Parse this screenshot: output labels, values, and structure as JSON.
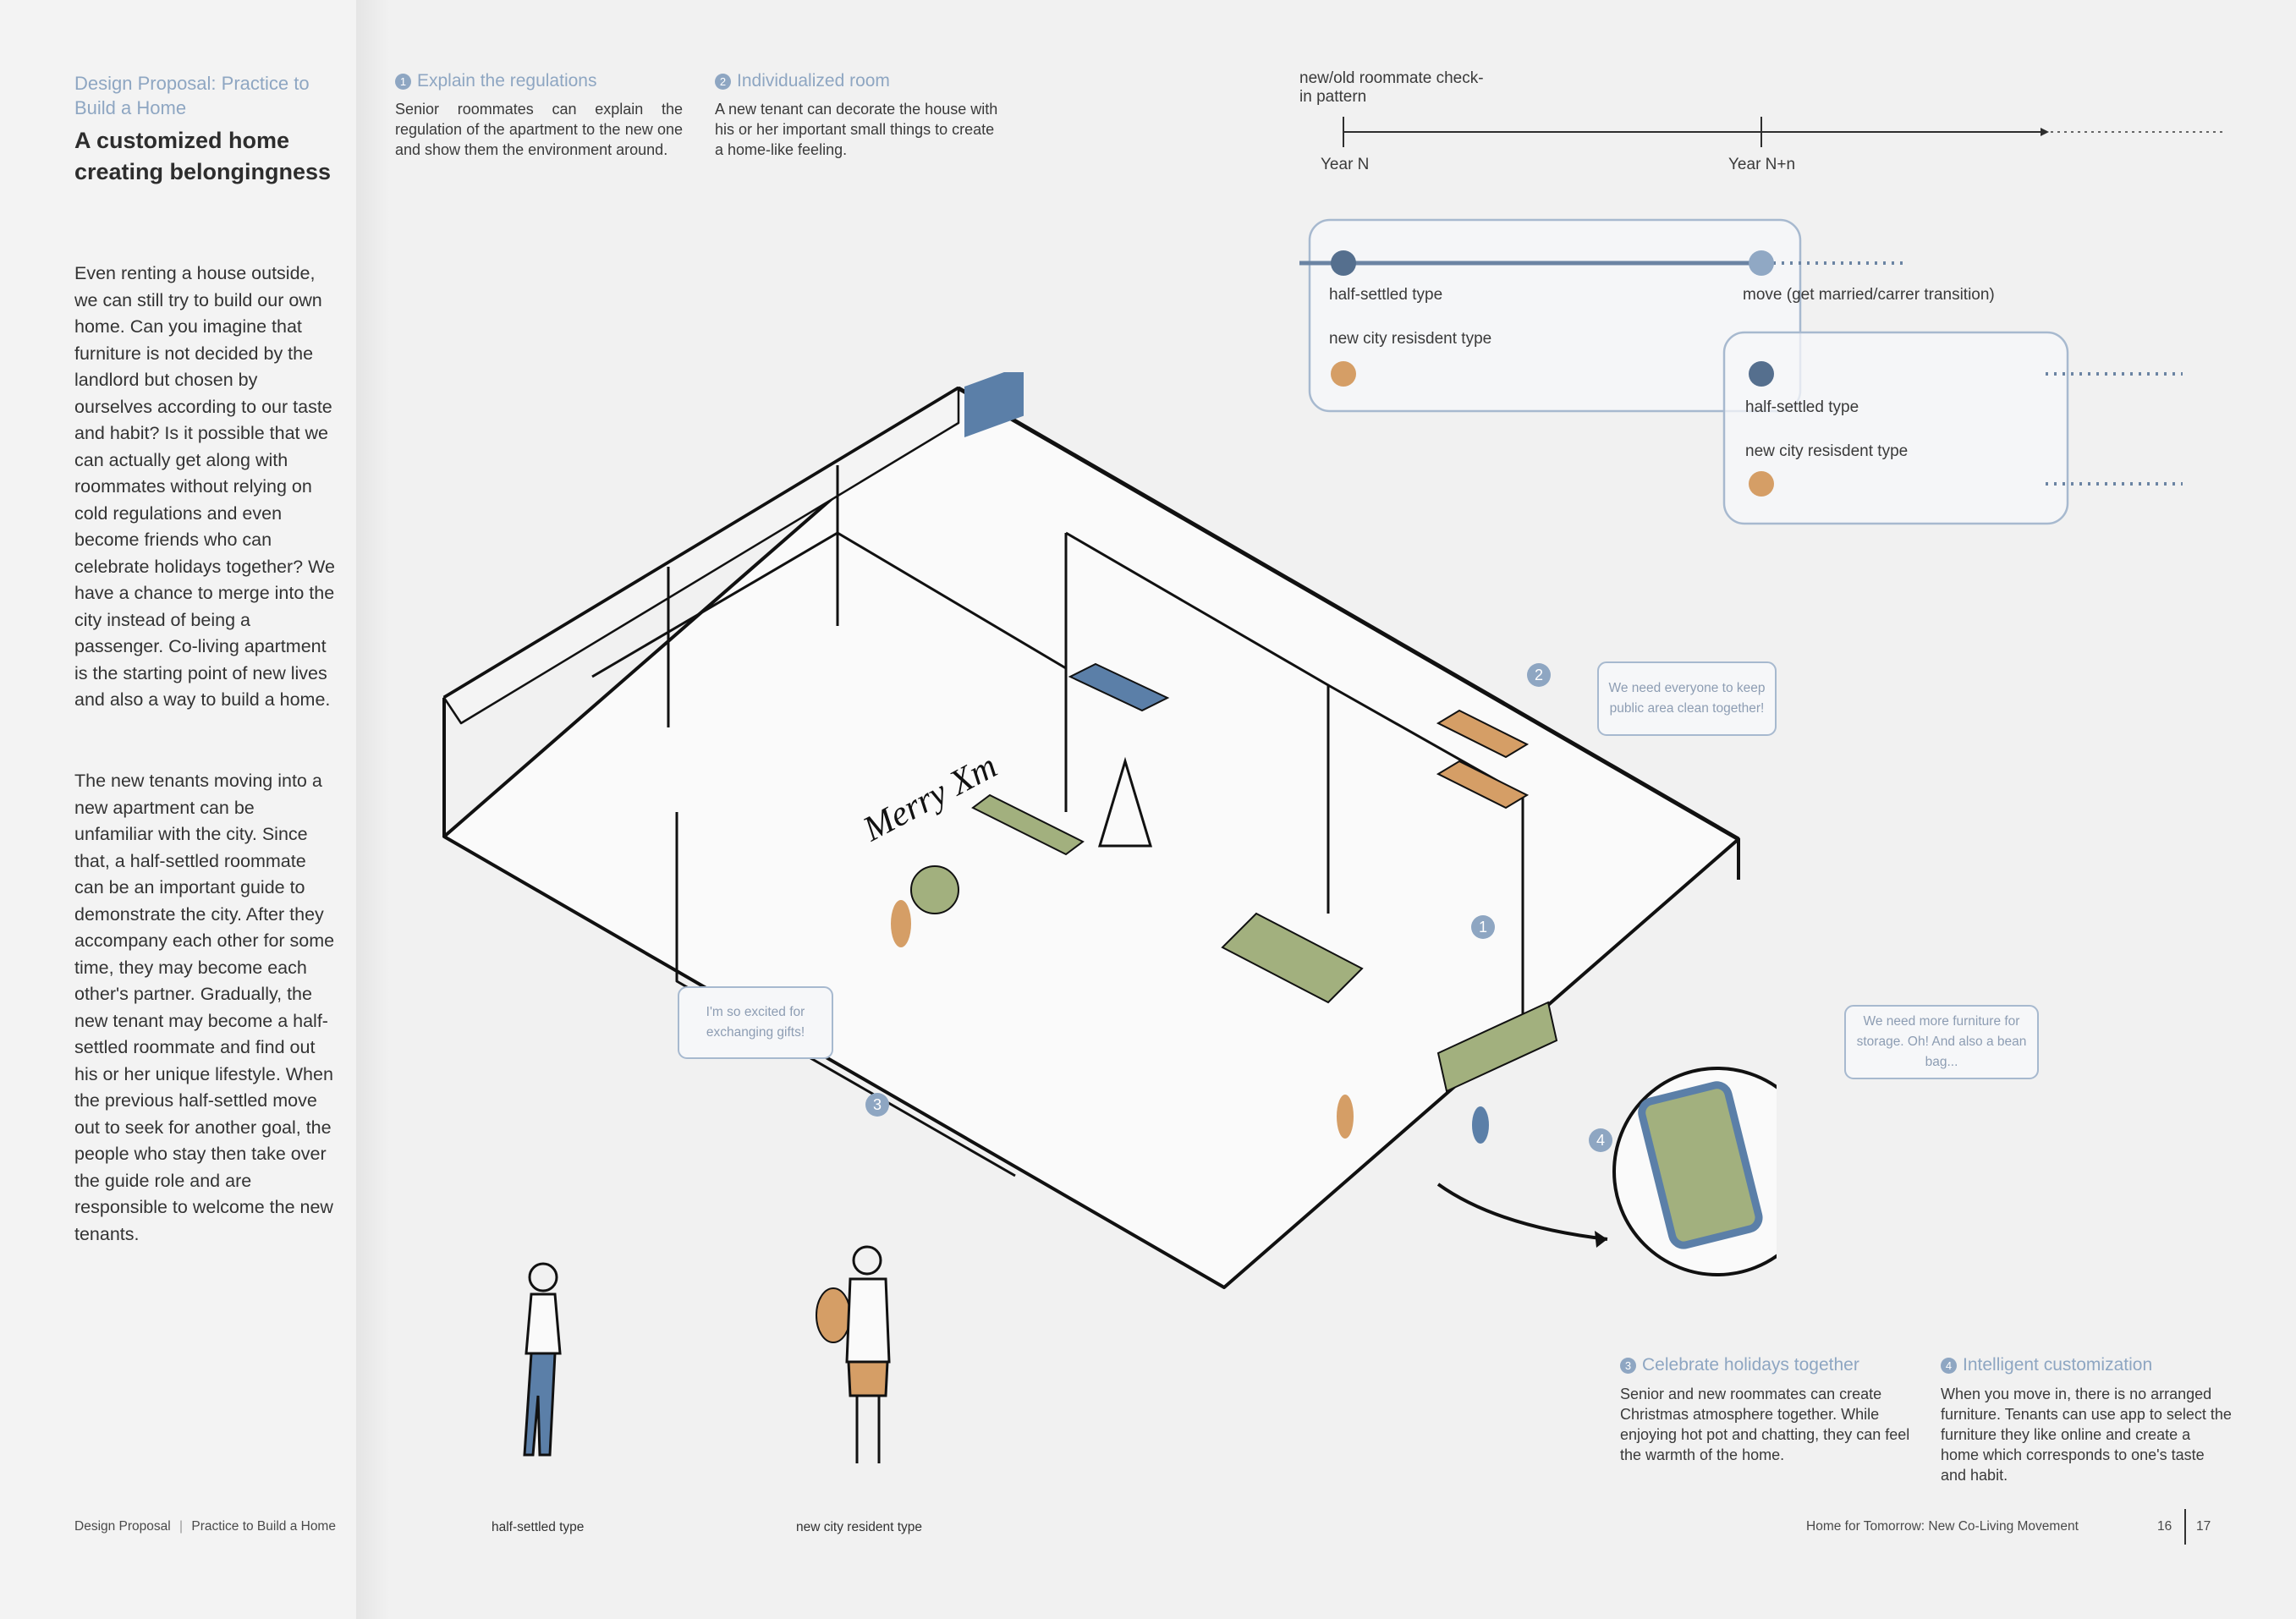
{
  "left": {
    "kicker": "Design Proposal: Practice to Build a Home",
    "title": "A customized home creating belongingness",
    "paragraph1": "Even renting a house outside, we can still try to build our own home. Can you imagine that furniture is not decided by the landlord but chosen by ourselves according to our taste and habit? Is it possible that we can actually get along with roommates without relying on cold regulations and even become friends who can celebrate holidays together? We have a chance to merge into the city instead of being a passenger. Co-living apartment is the starting point of new lives and also a way to build a home.",
    "paragraph2": "The new tenants moving into a new apartment can be unfamiliar with the city. Since that, a half-settled roommate can be an important guide to demonstrate the city. After they accompany each other for some time, they may become each other's partner. Gradually, the new tenant may become a half-settled roommate and find out his or her unique lifestyle. When the previous half-settled move out to seek for another goal, the people who stay then take over the guide role and are responsible to welcome the new tenants."
  },
  "sections": [
    {
      "num": "1",
      "title": "Explain the regulations",
      "body": "Senior roommates can explain the regulation of the apartment to the new one and show them the environment around."
    },
    {
      "num": "2",
      "title": "Individualized room",
      "body": "A new tenant can decorate the house with his or her important small things to create a home-like feeling."
    },
    {
      "num": "3",
      "title": "Celebrate holidays together",
      "body": "Senior and new roommates can create Christmas atmosphere together. While enjoying hot pot and chatting, they can feel the warmth of the home."
    },
    {
      "num": "4",
      "title": "Intelligent customization",
      "body": "When you move in, there is no arranged furniture. Tenants can use app to select the furniture they like online and create a home which corresponds to one's taste and habit."
    }
  ],
  "timeline": {
    "title": "new/old roommate check-in pattern",
    "year_n": "Year N",
    "year_nn": "Year N+n",
    "half_settled": "half-settled type",
    "move": "move (get married/carrer transition)",
    "new_city": "new city resisdent type",
    "half_settled_2": "half-settled type",
    "new_city_2": "new city resisdent type"
  },
  "bubbles": {
    "clean": "We need everyone to keep public area clean together!",
    "gifts": "I'm so excited for exchanging gifts!",
    "storage": "We need more furniture for storage. Oh! And also a bean bag..."
  },
  "badges": [
    "1",
    "2",
    "3",
    "4"
  ],
  "figures": {
    "half": "half-settled type",
    "newcity": "new city resident type"
  },
  "footer": {
    "left_a": "Design Proposal",
    "left_b": "Practice to Build a Home",
    "right": "Home for Tomorrow: New Co-Living Movement",
    "page_left": "16",
    "page_right": "17"
  },
  "colors": {
    "accent_blue": "#8ea6c2",
    "dark_blue": "#5b7390",
    "orange": "#d59e66",
    "green": "#a2b07e",
    "room_blue": "#5b7fa8"
  }
}
